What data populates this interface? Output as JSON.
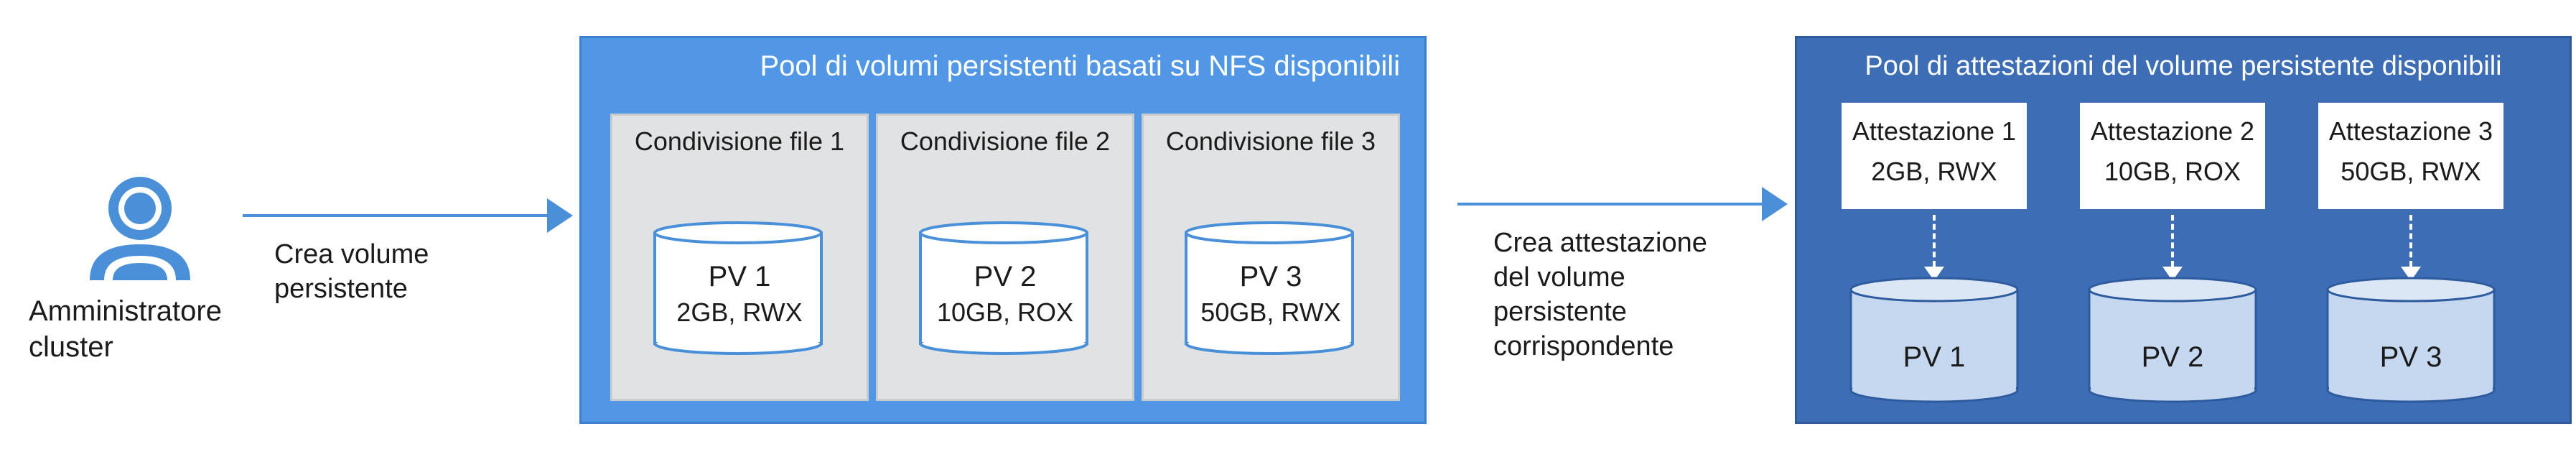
{
  "actor": {
    "label_line1": "Amministratore",
    "label_line2": "cluster",
    "icon": "user-icon"
  },
  "step1": {
    "line1": "Crea volume",
    "line2": "persistente"
  },
  "nfs_pool": {
    "title": "Pool di volumi persistenti basati su NFS disponibili",
    "shares": [
      {
        "title": "Condivisione file 1",
        "pv": "PV 1",
        "spec": "2GB, RWX"
      },
      {
        "title": "Condivisione file 2",
        "pv": "PV 2",
        "spec": "10GB, ROX"
      },
      {
        "title": "Condivisione file 3",
        "pv": "PV 3",
        "spec": "50GB, RWX"
      }
    ]
  },
  "step2": {
    "line1": "Crea attestazione",
    "line2": "del volume",
    "line3": "persistente",
    "line4": "corrispondente"
  },
  "pvc_pool": {
    "title": "Pool di attestazioni del volume persistente disponibili",
    "claims": [
      {
        "name": "Attestazione 1",
        "spec": "2GB, RWX",
        "pv": "PV 1"
      },
      {
        "name": "Attestazione 2",
        "spec": "10GB, ROX",
        "pv": "PV 2"
      },
      {
        "name": "Attestazione 3",
        "spec": "50GB, RWX",
        "pv": "PV 3"
      }
    ]
  },
  "colors": {
    "arrow": "#4a90d9",
    "nfs_pool_bg": "#5197e6",
    "pvc_pool_bg": "#3c6db5",
    "share_bg": "#e1e2e3",
    "cylinder_fill": "#c5d8ef",
    "icon_blue": "#4a90d9"
  }
}
